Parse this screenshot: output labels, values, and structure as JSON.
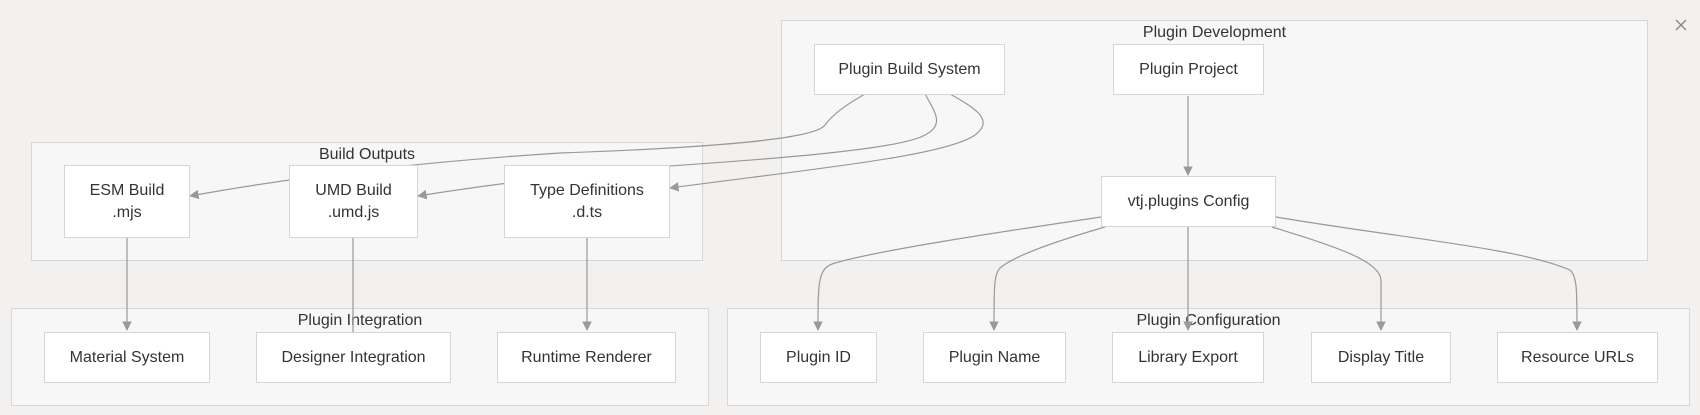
{
  "clusters": {
    "plugin_development": "Plugin Development",
    "build_outputs": "Build Outputs",
    "plugin_integration": "Plugin Integration",
    "plugin_configuration": "Plugin Configuration"
  },
  "nodes": {
    "plugin_build_system": "Plugin Build System",
    "plugin_project": "Plugin Project",
    "vtj_plugins_config": "vtj.plugins Config",
    "esm_build": [
      "ESM Build",
      ".mjs"
    ],
    "umd_build": [
      "UMD Build",
      ".umd.js"
    ],
    "type_definitions": [
      "Type Definitions",
      ".d.ts"
    ],
    "material_system": "Material System",
    "designer_integration": "Designer Integration",
    "runtime_renderer": "Runtime Renderer",
    "plugin_id": "Plugin ID",
    "plugin_name": "Plugin Name",
    "library_export": "Library Export",
    "display_title": "Display Title",
    "resource_urls": "Resource URLs"
  },
  "edges": [
    [
      "plugin_build_system",
      "esm_build"
    ],
    [
      "plugin_build_system",
      "umd_build"
    ],
    [
      "plugin_build_system",
      "type_definitions"
    ],
    [
      "plugin_project",
      "vtj_plugins_config"
    ],
    [
      "vtj_plugins_config",
      "plugin_id"
    ],
    [
      "vtj_plugins_config",
      "plugin_name"
    ],
    [
      "vtj_plugins_config",
      "library_export"
    ],
    [
      "vtj_plugins_config",
      "display_title"
    ],
    [
      "vtj_plugins_config",
      "resource_urls"
    ],
    [
      "esm_build",
      "material_system"
    ],
    [
      "umd_build",
      "designer_integration"
    ],
    [
      "type_definitions",
      "runtime_renderer"
    ]
  ],
  "colors": {
    "background": "#f2f1f0",
    "cluster_fill": "#f7f7f7",
    "border": "#d6d6d6",
    "edge": "#999999",
    "text": "#333333"
  },
  "icons": {
    "close": "close-icon"
  }
}
